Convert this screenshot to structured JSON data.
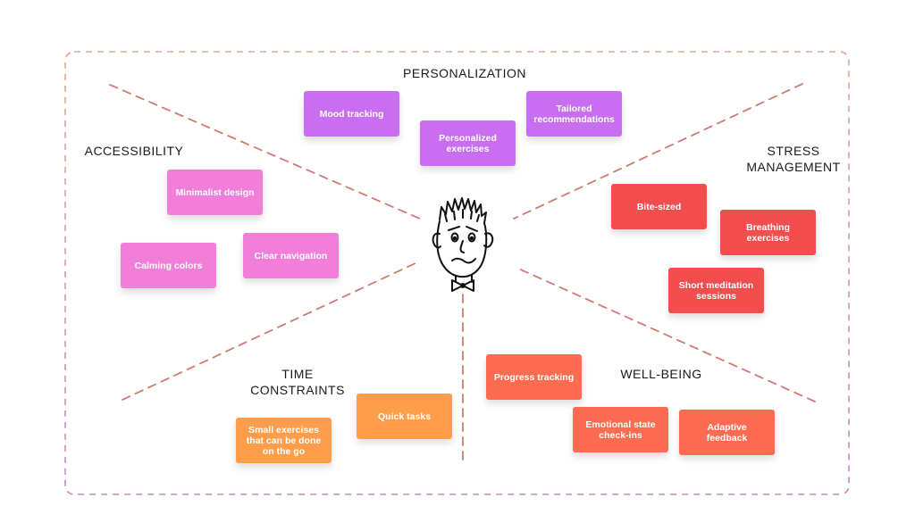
{
  "colors": {
    "purple": "#c96ef0",
    "pink": "#f17fda",
    "red": "#f24e4e",
    "orange": "#ff9d4a",
    "coral": "#fd6b50",
    "frame_top": "#e0a891",
    "frame_bottom": "#c985c8",
    "divider": "#cf7b72"
  },
  "center_icon": "worried-face-sketch-icon",
  "sections": {
    "personalization": "PERSONALIZATION",
    "accessibility": "ACCESSIBILITY",
    "stress_management": "STRESS\nMANAGEMENT",
    "time_constraints": "TIME\nCONSTRAINTS",
    "well_being": "WELL-BEING"
  },
  "notes": {
    "personalization": [
      "Mood tracking",
      "Personalized\nexercises",
      "Tailored\nrecommendations"
    ],
    "accessibility": [
      "Minimalist design",
      "Calming colors",
      "Clear navigation"
    ],
    "stress_management": [
      "Bite-sized",
      "Breathing exercises",
      "Short meditation\nsessions"
    ],
    "time_constraints": [
      "Small exercises\nthat can be done\non the go",
      "Quick tasks"
    ],
    "well_being": [
      "Progress tracking",
      "Emotional state\ncheck-ins",
      "Adaptive\nfeedback"
    ]
  }
}
